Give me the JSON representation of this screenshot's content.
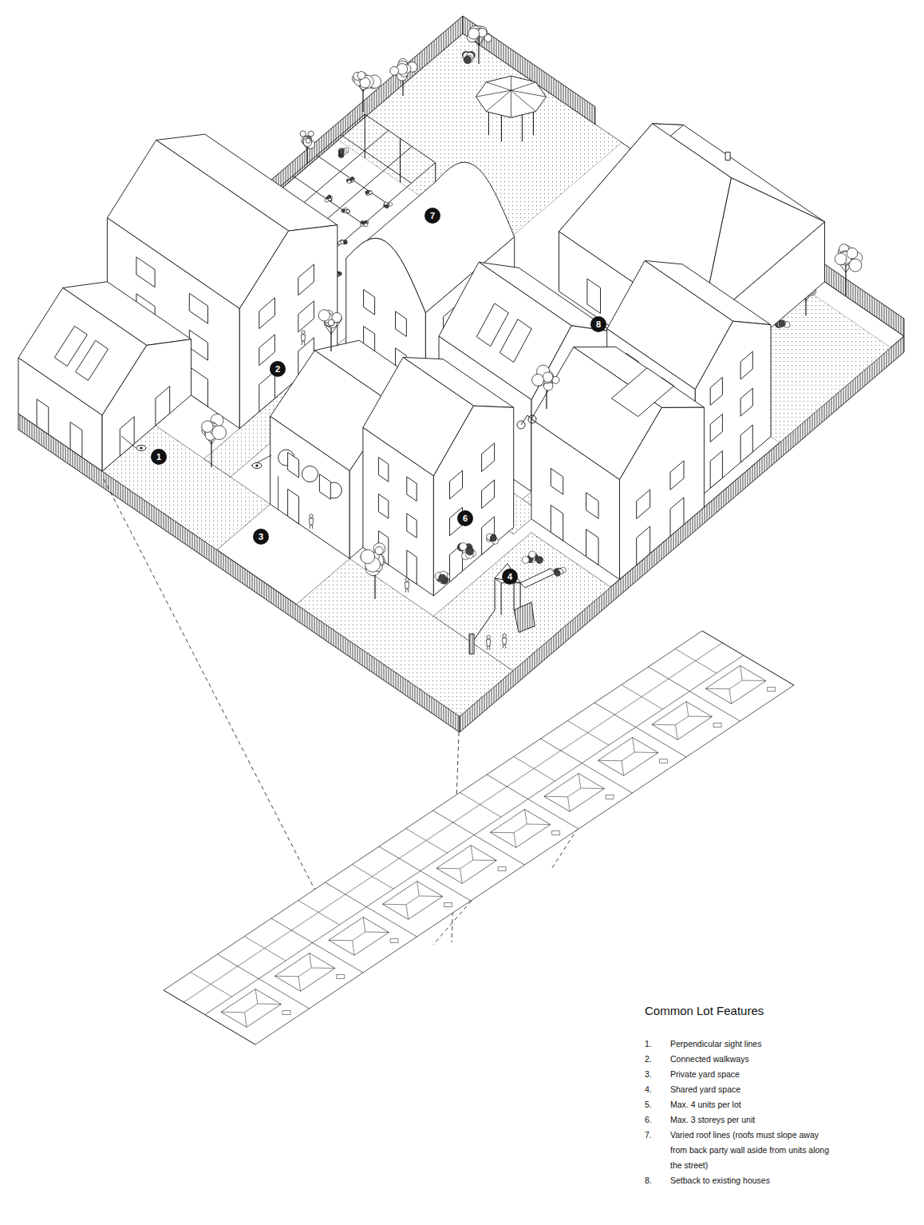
{
  "diagram": {
    "title": "Common Lot Features",
    "labels": [
      "1",
      "2",
      "3",
      "4",
      "6",
      "7",
      "8",
      "1.",
      "2.",
      "3.",
      "4.",
      "5.",
      "6.",
      "7.",
      "8."
    ],
    "legend": [
      {
        "text": "Perpendicular sight lines"
      },
      {
        "text": "Connected walkways"
      },
      {
        "text": "Private yard space"
      },
      {
        "text": "Shared yard space"
      },
      {
        "text": "Max. 4 units per lot"
      },
      {
        "text": "Max. 3 storeys per unit"
      },
      {
        "text": "Varied roof lines (roofs must slope away from back party wall aside from units along the street)"
      },
      {
        "text": "Setback to existing houses"
      }
    ]
  }
}
